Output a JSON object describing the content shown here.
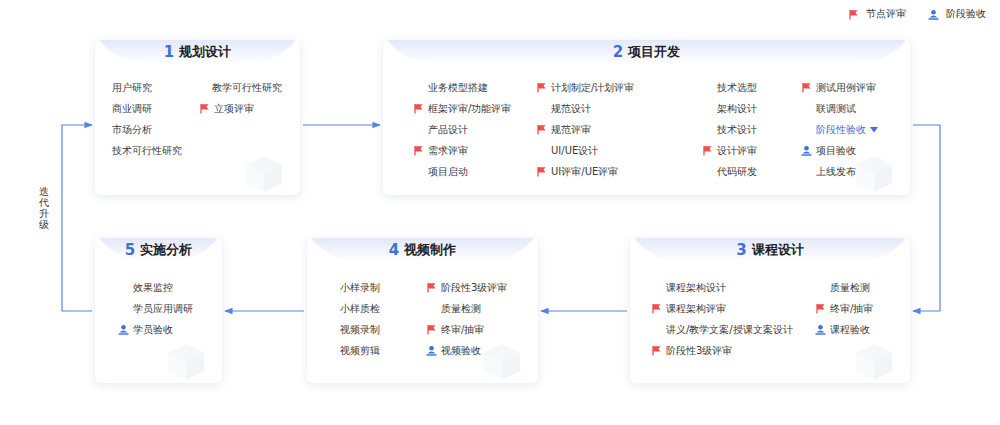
{
  "diagram": {
    "nodes": [
      {
        "text": [
          "1",
          "规划设计",
          "用户研究",
          "教学可行性研究",
          "商业调研",
          "立项评审",
          "市场分析",
          "技术可行性研究"
        ]
      },
      {
        "text": [
          "2",
          "项目开发",
          "业务模型搭建",
          "计划制定/计划评审",
          "技术选型",
          "测试用例评审",
          "框架评审/功能评审",
          "规范设计",
          "架构设计",
          "联调测试",
          "产品设计",
          "规范评审",
          "技术设计",
          "阶段性验收",
          "需求评审",
          "UI/UE设计",
          "设计评审",
          "项目验收",
          "项目启动",
          "UI评审/UE评审",
          "代码研发",
          "上线发布"
        ]
      },
      {
        "text": [
          "3",
          "课程设计",
          "课程架构设计",
          "质量检测",
          "课程架构评审",
          "终审/抽审",
          "讲义/教学文案/授课文案设计",
          "课程验收",
          "阶段性3级评审"
        ]
      },
      {
        "text": [
          "4",
          "视频制作",
          "小样录制",
          "阶段性3级评审",
          "小样质检",
          "质量检测",
          "视频录制",
          "终审/抽审",
          "视频剪辑",
          "视频验收"
        ]
      },
      {
        "text": [
          "5",
          "实施分析",
          "效果监控",
          "学员应用调研",
          "学员验收"
        ]
      }
    ],
    "edges": [
      {
        "from": 0,
        "to": 1,
        "arrow": "to"
      },
      {
        "from": 1,
        "to": 2,
        "arrow": "to"
      },
      {
        "from": 2,
        "to": 3,
        "arrow": "to"
      },
      {
        "from": 3,
        "to": 4,
        "arrow": "to"
      },
      {
        "from": 4,
        "to": 0,
        "label": "迭代升级",
        "arrow": "to"
      }
    ],
    "legend": [
      {
        "text": "节点评审"
      },
      {
        "text": "阶段验收"
      }
    ]
  }
}
